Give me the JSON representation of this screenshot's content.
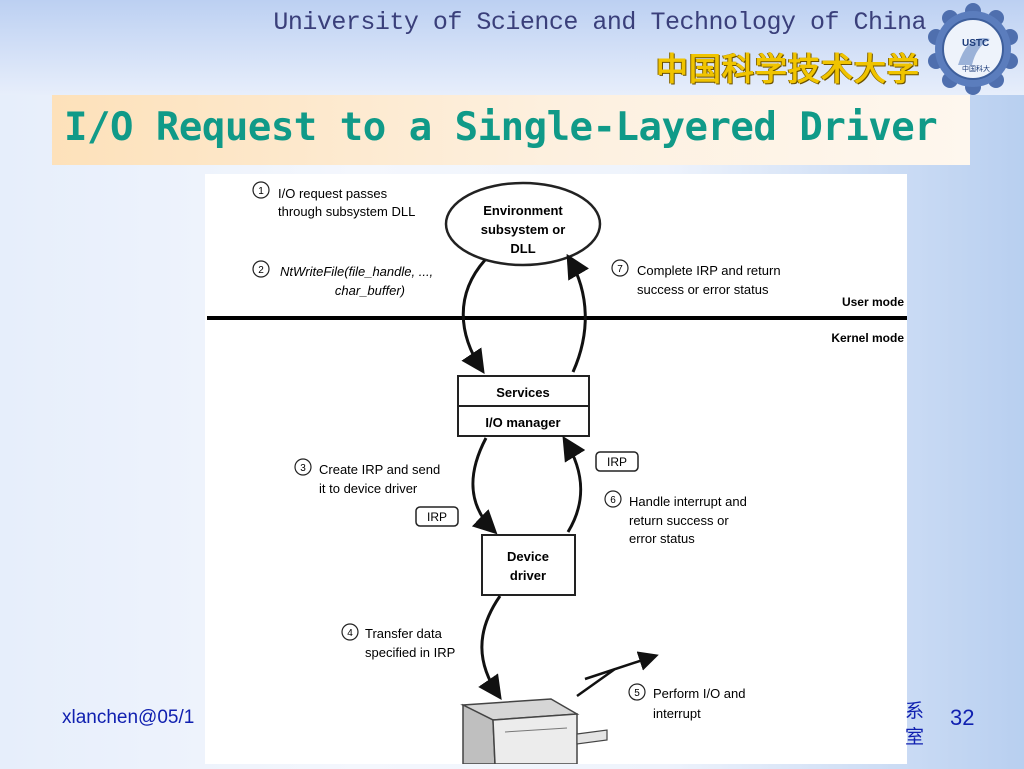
{
  "header": {
    "university_en": "University of Science and Technology of China",
    "university_cn": "中国科学技术大学",
    "logo_text": "USTC",
    "logo_cn": "中国科大"
  },
  "slide": {
    "title": "I/O Request to a Single-Layered Driver",
    "footer_left": "xlanchen@05/1",
    "footer_right_cn_line1": "系",
    "footer_right_cn_line2": "室",
    "page_number": "32"
  },
  "diagram": {
    "nodes": {
      "environment": [
        "Environment",
        "subsystem or",
        "DLL"
      ],
      "services": "Services",
      "io_manager": "I/O manager",
      "device_driver": [
        "Device",
        "driver"
      ]
    },
    "mode_labels": {
      "user": "User mode",
      "kernel": "Kernel mode"
    },
    "irp_tag": "IRP",
    "steps": [
      {
        "num": "1",
        "lines": [
          "I/O request passes",
          "through subsystem DLL"
        ]
      },
      {
        "num": "2",
        "lines": [
          "NtWriteFile(file_handle, ...,",
          "char_buffer)"
        ]
      },
      {
        "num": "3",
        "lines": [
          "Create IRP and send",
          "it to device driver"
        ]
      },
      {
        "num": "4",
        "lines": [
          "Transfer data",
          "specified in IRP"
        ]
      },
      {
        "num": "5",
        "lines": [
          "Perform I/O and",
          "interrupt"
        ]
      },
      {
        "num": "6",
        "lines": [
          "Handle interrupt and",
          "return success or",
          "error status"
        ]
      },
      {
        "num": "7",
        "lines": [
          "Complete IRP and return",
          "success or error status"
        ]
      }
    ]
  },
  "colors": {
    "title": "#109a88",
    "footer": "#1020b0",
    "university_en": "#3a3f7a",
    "university_cn": "#f0c400"
  }
}
